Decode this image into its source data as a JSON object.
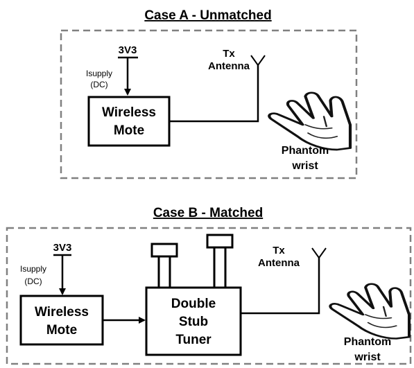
{
  "case_a": {
    "title": "Case A - Unmatched",
    "supply_voltage": "3V3",
    "supply_current_line1": "Isupply",
    "supply_current_line2": "(DC)",
    "mote_line1": "Wireless",
    "mote_line2": "Mote",
    "antenna_line1": "Tx",
    "antenna_line2": "Antenna",
    "phantom_line1": "Phantom",
    "phantom_line2": "wrist"
  },
  "case_b": {
    "title": "Case B - Matched",
    "supply_voltage": "3V3",
    "supply_current_line1": "Isupply",
    "supply_current_line2": "(DC)",
    "mote_line1": "Wireless",
    "mote_line2": "Mote",
    "tuner_line1": "Double",
    "tuner_line2": "Stub",
    "tuner_line3": "Tuner",
    "antenna_line1": "Tx",
    "antenna_line2": "Antenna",
    "phantom_line1": "Phantom",
    "phantom_line2": "wrist"
  },
  "colors": {
    "stroke": "#000000",
    "dashed_border": "#808080",
    "background": "#ffffff"
  }
}
